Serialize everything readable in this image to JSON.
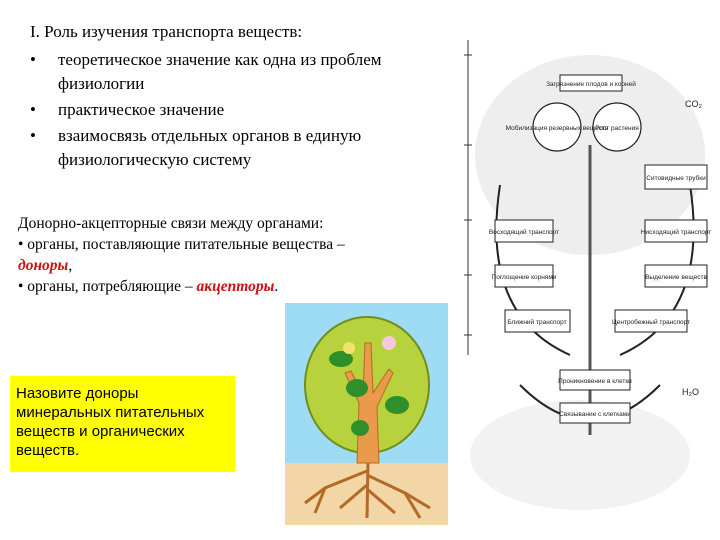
{
  "heading": "I. Роль изучения транспорта веществ:",
  "bullet_char": "•",
  "bullets": [
    "теоретическое значение как одна из проблем физиологии",
    "практическое значение",
    "взаимосвязь отдельных органов в единую физиологическую систему"
  ],
  "donor_block": {
    "title": "Донорно-акцепторные связи между органами:",
    "line1_prefix": "• органы, поставляющие питательные вещества –",
    "line1_term": "доноры",
    "line1_suffix": ",",
    "line2_prefix": "• органы, потребляющие –",
    "line2_term": "акцепторы",
    "line2_suffix": "."
  },
  "question": "Назовите доноры минеральных питательных веществ и органических веществ.",
  "diagram": {
    "boxes": [
      "Загрязнение плодов и корней",
      "Мобилизация резервных веществ",
      "Рост растения",
      "Ситовидные трубки",
      "Восходящий транспорт",
      "Нисходящий транспорт",
      "Поглощение корнями",
      "Выделение веществ",
      "Центробежный транспорт",
      "Ближний транспорт",
      "Проникновение в клетки",
      "Связывание с клетками"
    ],
    "labels": [
      "CO₂",
      "H₂O"
    ]
  },
  "colors": {
    "highlight": "#ffff00",
    "accent_red": "#cc1111",
    "sky": "#9edcf5",
    "ground": "#f3d6a6",
    "foliage": "#b7d23c",
    "trunk": "#e99a4b"
  }
}
